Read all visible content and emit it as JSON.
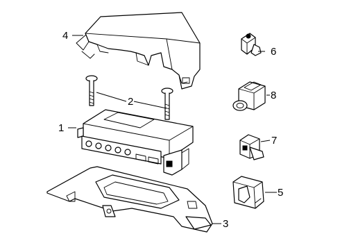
{
  "diagram": {
    "callouts": [
      {
        "id": "c1",
        "text": "1"
      },
      {
        "id": "c2",
        "text": "2"
      },
      {
        "id": "c3",
        "text": "3"
      },
      {
        "id": "c4",
        "text": "4"
      },
      {
        "id": "c5",
        "text": "5"
      },
      {
        "id": "c6",
        "text": "6"
      },
      {
        "id": "c7",
        "text": "7"
      },
      {
        "id": "c8",
        "text": "8"
      }
    ]
  }
}
